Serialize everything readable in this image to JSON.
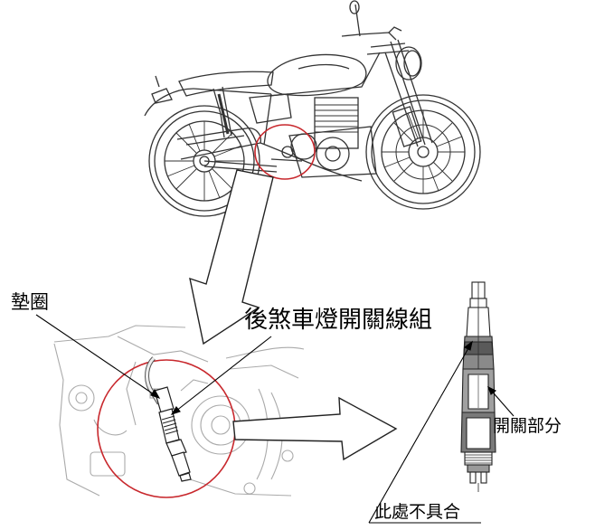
{
  "figure": {
    "callouts": {
      "washer": "墊圈",
      "rear_brake_light_switch_assembly": "後煞車燈開關線組",
      "switch_part": "開關部分",
      "nonconformity_here": "此處不具合"
    },
    "illustrations": [
      "motorcycle-side-view",
      "rear-brake-switch-area-closeup",
      "brake-light-switch-cross-section"
    ],
    "highlight_color": "#c8282d",
    "line_color": "#000000"
  }
}
